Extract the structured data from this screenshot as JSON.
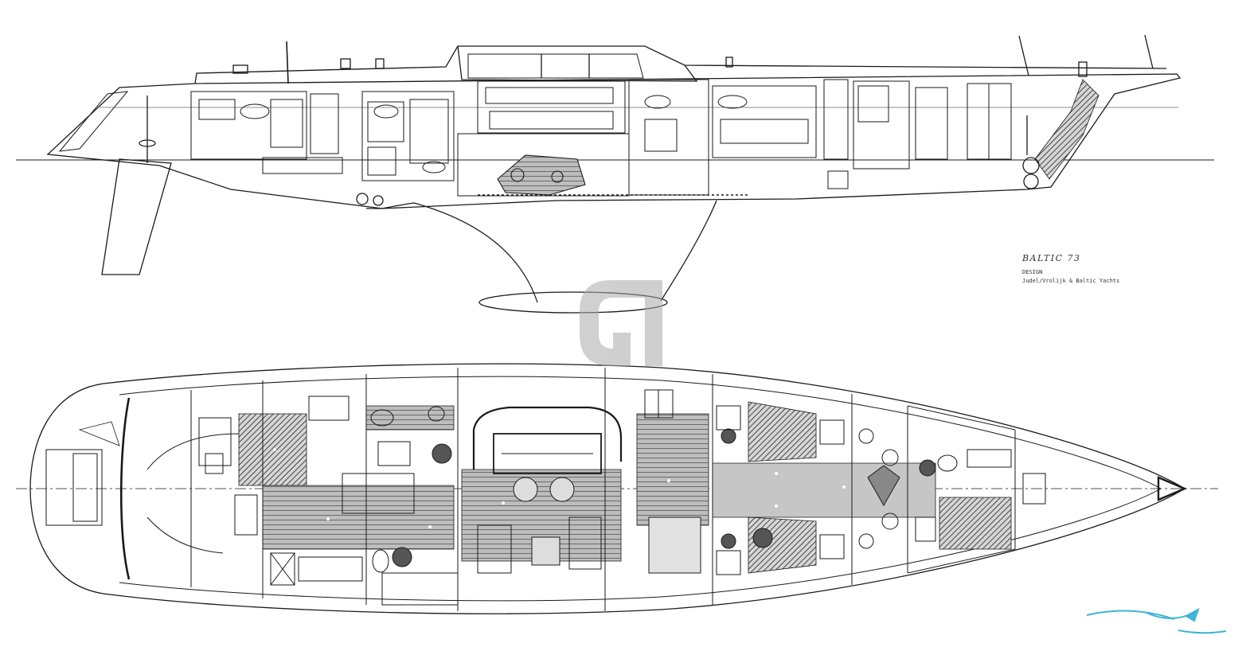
{
  "title_block": {
    "name": "BALTIC 73",
    "label": "DESIGN",
    "designers": "Judel/Vrolijk & Baltic Yachts"
  },
  "colors": {
    "ink": "#1a1a1a",
    "watermark": "#b0b0b0",
    "hatch": "#6e6e6e",
    "floor": "#9a9a9a",
    "brand_wave": "#3cb5d6"
  },
  "icons": {
    "watermark": "letter-g-watermark",
    "brand": "wave-logo"
  }
}
